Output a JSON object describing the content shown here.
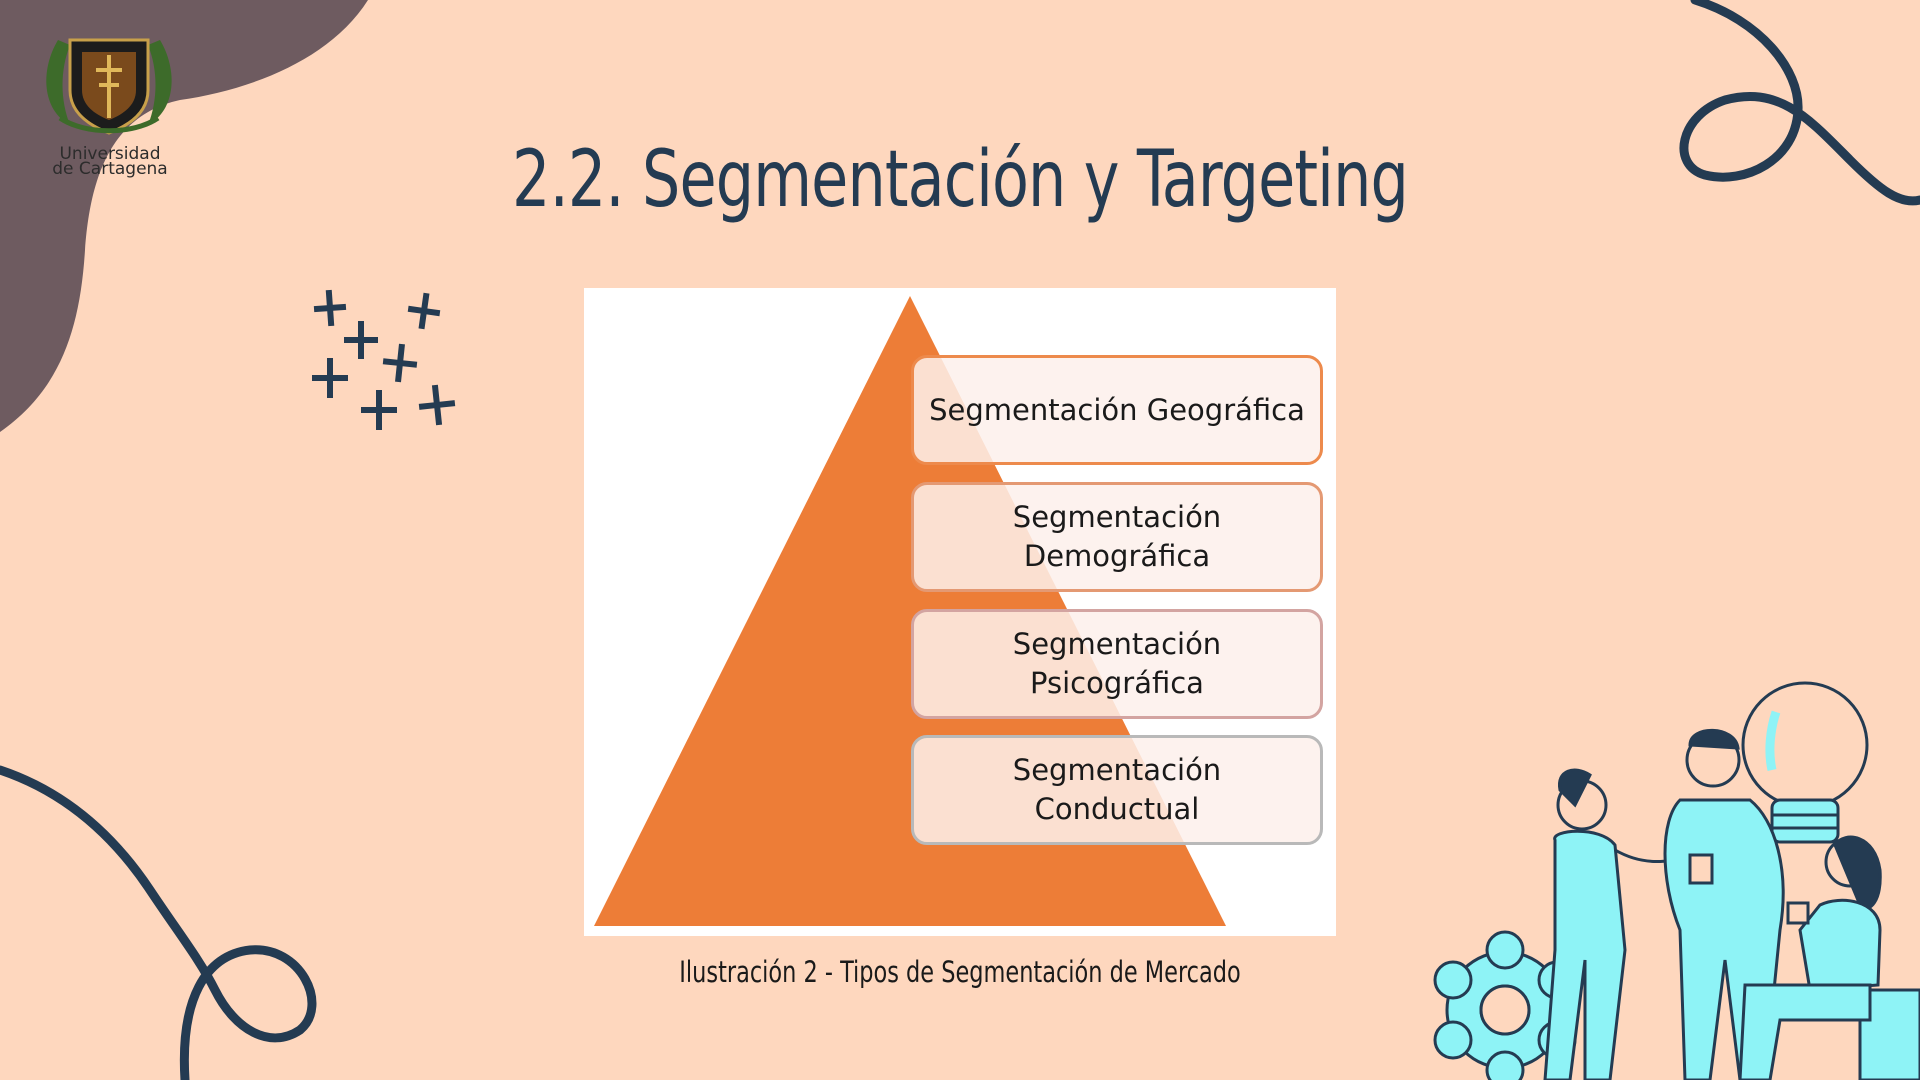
{
  "logo": {
    "line1": "Universidad",
    "line2": "de Cartagena"
  },
  "slide": {
    "title": "2.2. Segmentación y Targeting",
    "caption": "Ilustración 2 - Tipos de Segmentación de Mercado"
  },
  "diagram": {
    "levels": [
      {
        "line1": "Segmentación Geográfica",
        "line2": ""
      },
      {
        "line1": "Segmentación",
        "line2": "Demográfica"
      },
      {
        "line1": "Segmentación",
        "line2": "Psicográfica"
      },
      {
        "line1": "Segmentación",
        "line2": "Conductual"
      }
    ]
  },
  "colors": {
    "background": "#fed7be",
    "title": "#243b52",
    "pyramid": "#ed7d37",
    "corner_blob": "#6e5b60",
    "accent_line": "#243b52",
    "people": "#8ef3f6"
  },
  "icons": [
    "sparkle-cluster",
    "university-crest",
    "idea-lightbulb",
    "gear"
  ]
}
